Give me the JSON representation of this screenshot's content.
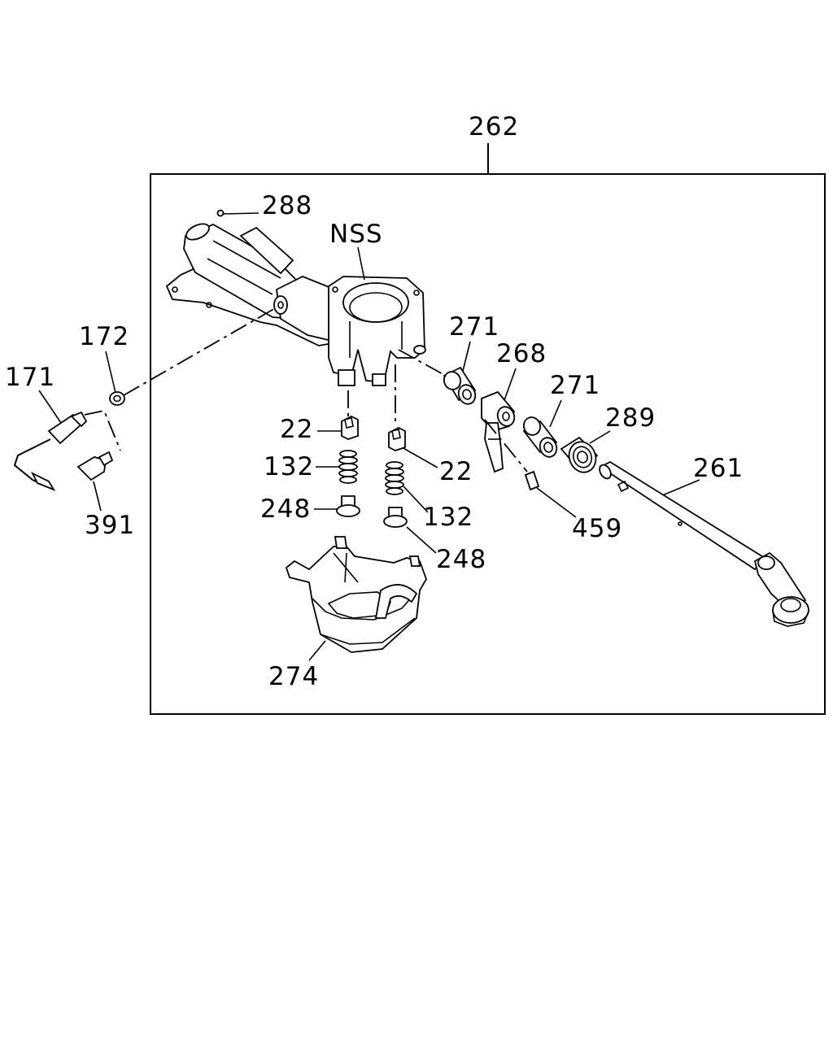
{
  "diagram": {
    "assembly_label": "262",
    "parts": {
      "p288": "288",
      "nss": "NSS",
      "p172": "172",
      "p171": "171",
      "p391": "391",
      "p271a": "271",
      "p268": "268",
      "p271b": "271",
      "p289": "289",
      "p261": "261",
      "p459": "459",
      "p22a": "22",
      "p132a": "132",
      "p248a": "248",
      "p22b": "22",
      "p132b": "132",
      "p248b": "248",
      "p274": "274"
    }
  }
}
